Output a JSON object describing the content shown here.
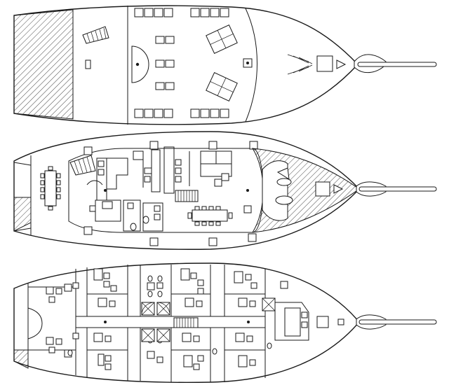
{
  "diagram": {
    "kind": "deck-plan",
    "decks": [
      {
        "id": "upper-deck"
      },
      {
        "id": "main-deck"
      },
      {
        "id": "lower-deck"
      }
    ],
    "colors": {
      "line": "#1a1a1a",
      "background": "#ffffff"
    }
  }
}
